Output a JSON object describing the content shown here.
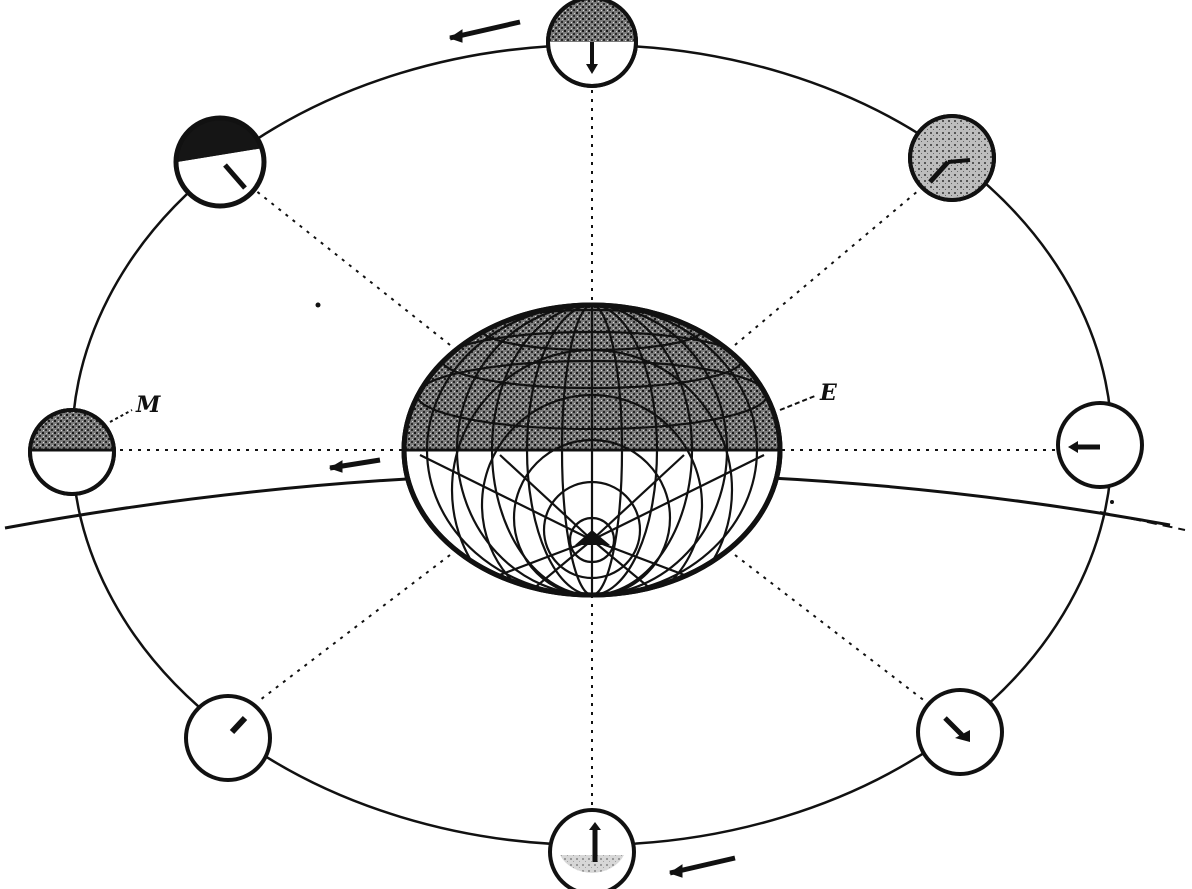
{
  "labels": {
    "earth": "E",
    "moon": "M"
  },
  "colors": {
    "ink": "#111111",
    "dark_hemisphere": "#555555",
    "background": "#ffffff"
  },
  "moon_positions": [
    {
      "id": "top",
      "name": "moon-top"
    },
    {
      "id": "upper-left",
      "name": "moon-upper-left"
    },
    {
      "id": "upper-right",
      "name": "moon-upper-right"
    },
    {
      "id": "left",
      "name": "moon-left"
    },
    {
      "id": "right",
      "name": "moon-right"
    },
    {
      "id": "lower-left",
      "name": "moon-lower-left"
    },
    {
      "id": "lower-right",
      "name": "moon-lower-right"
    },
    {
      "id": "bottom",
      "name": "moon-bottom"
    }
  ]
}
